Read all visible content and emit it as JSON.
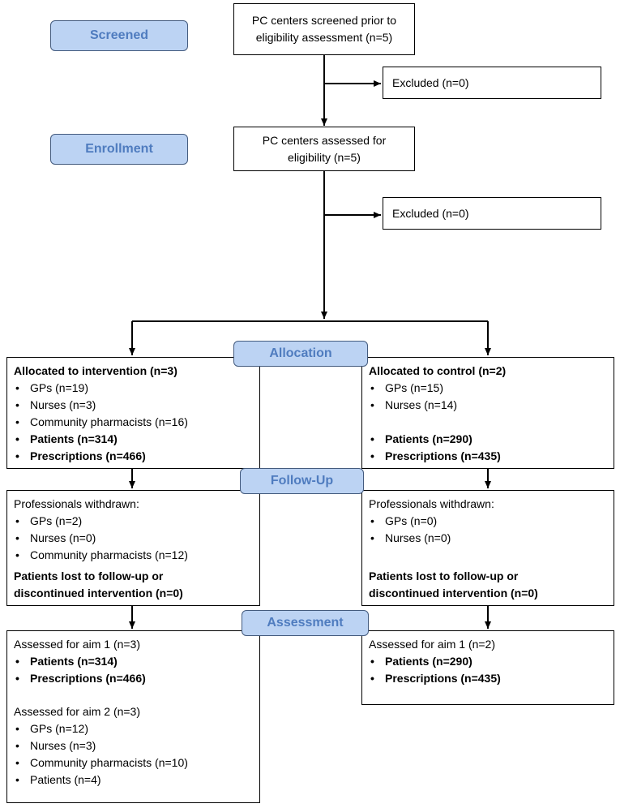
{
  "stages": {
    "screened": "Screened",
    "enrollment": "Enrollment",
    "allocation": "Allocation",
    "followup": "Follow-Up",
    "assessment": "Assessment"
  },
  "boxes": {
    "screened_line1": "PC centers screened prior to",
    "screened_line2": "eligibility assessment (n=5)",
    "excluded1": "Excluded  (n=0)",
    "assessed_line1": "PC centers assessed for",
    "assessed_line2": "eligibility (n=5)",
    "excluded2": "Excluded  (n=0)"
  },
  "intervention": {
    "allocated": {
      "title": "Allocated to intervention (n=3)",
      "items": [
        "GPs (n=19)",
        "Nurses (n=3)",
        "Community pharmacists (n=16)"
      ],
      "bold_items": [
        "Patients (n=314)",
        "Prescriptions (n=466)"
      ]
    },
    "followup": {
      "title": "Professionals withdrawn:",
      "items": [
        "GPs (n=2)",
        "Nurses (n=0)",
        "Community pharmacists (n=12)"
      ],
      "lost_line1": "Patients lost to follow-up or",
      "lost_line2": "discontinued intervention (n=0)"
    },
    "assessment": {
      "aim1": "Assessed for aim 1 (n=3)",
      "aim1_items": [
        "Patients (n=314)",
        "Prescriptions (n=466)"
      ],
      "aim2": "Assessed for aim 2 (n=3)",
      "aim2_items": [
        "GPs (n=12)",
        "Nurses (n=3)",
        "Community pharmacists (n=10)",
        "Patients (n=4)"
      ]
    }
  },
  "control": {
    "allocated": {
      "title": "Allocated to control (n=2)",
      "items": [
        "GPs (n=15)",
        "Nurses (n=14)"
      ],
      "bold_items": [
        "Patients (n=290)",
        "Prescriptions (n=435)"
      ]
    },
    "followup": {
      "title": "Professionals withdrawn:",
      "items": [
        "GPs (n=0)",
        "Nurses (n=0)"
      ],
      "lost_line1": "Patients lost to follow-up or",
      "lost_line2": "discontinued intervention (n=0)"
    },
    "assessment": {
      "aim1": "Assessed for aim 1 (n=2)",
      "aim1_items": [
        "Patients (n=290)",
        "Prescriptions (n=435)"
      ]
    }
  }
}
